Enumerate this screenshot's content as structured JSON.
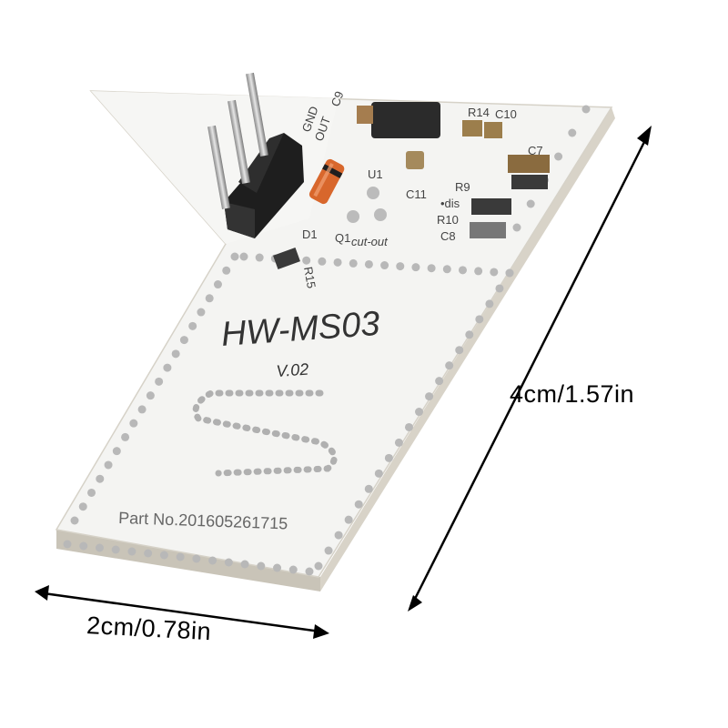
{
  "product": {
    "model_label": "HW-MS03",
    "version_label": "V.02",
    "part_number": "Part No.201605261715"
  },
  "silkscreen": {
    "gnd": "GND",
    "out": "OUT",
    "u1": "U1",
    "q1": "Q1",
    "cut_out": "cut-out",
    "c11": "C11",
    "r9": "R9",
    "dis": "•dis",
    "r10": "R10",
    "c8": "C8",
    "c7": "C7",
    "r14": "R14",
    "c10": "C10",
    "d1": "D1",
    "r15": "R15",
    "c9": "C9"
  },
  "dimensions": {
    "height_label": "4cm/1.57in",
    "width_label": "2cm/0.78in"
  },
  "colors": {
    "board": "#f4f4f2",
    "board_edge": "#cfcabf",
    "pad": "#b9b9b9",
    "component_dark": "#2b2b2b",
    "arrow": "#000000"
  }
}
